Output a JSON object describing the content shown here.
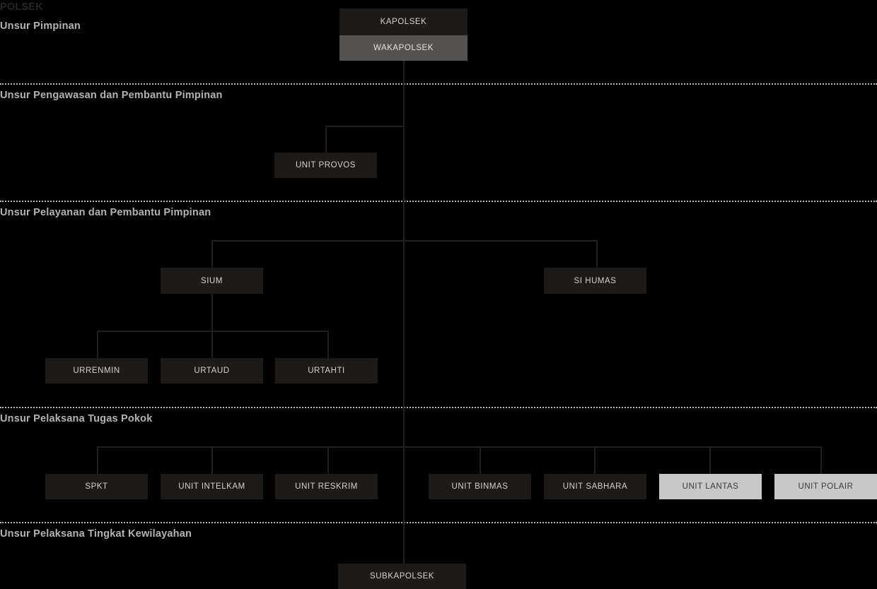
{
  "title": "POLSEK",
  "colors": {
    "background": "#000000",
    "box_dark": "#1d1a18",
    "box_mid": "#555250",
    "box_light": "#c8c8c8",
    "line": "#231f1c",
    "divider": "#b9b9b9",
    "label": "#b3b3b3",
    "title_dim": "#2a2623"
  },
  "sections": [
    {
      "label": "Unsur Pimpinan"
    },
    {
      "label": "Unsur Pengawasan dan Pembantu Pimpinan"
    },
    {
      "label": "Unsur Pelayanan dan Pembantu Pimpinan"
    },
    {
      "label": "Unsur Pelaksana Tugas Pokok"
    },
    {
      "label": "Unsur Pelaksana Tingkat Kewilayahan"
    }
  ],
  "nodes": {
    "kapolsek": "KAPOLSEK",
    "wakapolsek": "WAKAPOLSEK",
    "unit_provos": "UNIT PROVOS",
    "sium": "SIUM",
    "si_humas": "SI HUMAS",
    "urrenmin": "URRENMIN",
    "urtaud": "URTAUD",
    "urtahti": "URTAHTI",
    "spkt": "SPKT",
    "unit_intelkam": "UNIT INTELKAM",
    "unit_reskrim": "UNIT RESKRIM",
    "unit_binmas": "UNIT BINMAS",
    "unit_sabhara": "UNIT SABHARA",
    "unit_lantas": "UNIT LANTAS",
    "unit_polair": "UNIT POLAIR",
    "subkapolsek": "SUBKAPOLSEK"
  },
  "chart_data": {
    "type": "diagram",
    "title": "POLSEK",
    "levels": [
      {
        "section": "Unsur Pimpinan",
        "nodes": [
          "KAPOLSEK",
          "WAKAPOLSEK"
        ]
      },
      {
        "section": "Unsur Pengawasan dan Pembantu Pimpinan",
        "nodes": [
          "UNIT PROVOS"
        ]
      },
      {
        "section": "Unsur Pelayanan dan Pembantu Pimpinan",
        "nodes": [
          "SIUM",
          "SI HUMAS",
          "URRENMIN",
          "URTAUD",
          "URTAHTI"
        ]
      },
      {
        "section": "Unsur Pelaksana Tugas Pokok",
        "nodes": [
          "SPKT",
          "UNIT INTELKAM",
          "UNIT RESKRIM",
          "UNIT BINMAS",
          "UNIT SABHARA",
          "UNIT LANTAS",
          "UNIT POLAIR"
        ]
      },
      {
        "section": "Unsur Pelaksana Tingkat Kewilayahan",
        "nodes": [
          "SUBKAPOLSEK"
        ]
      }
    ],
    "edges": [
      [
        "KAPOLSEK",
        "WAKAPOLSEK"
      ],
      [
        "WAKAPOLSEK",
        "UNIT PROVOS"
      ],
      [
        "WAKAPOLSEK",
        "SIUM"
      ],
      [
        "WAKAPOLSEK",
        "SI HUMAS"
      ],
      [
        "SIUM",
        "URRENMIN"
      ],
      [
        "SIUM",
        "URTAUD"
      ],
      [
        "SIUM",
        "URTAHTI"
      ],
      [
        "WAKAPOLSEK",
        "SPKT"
      ],
      [
        "WAKAPOLSEK",
        "UNIT INTELKAM"
      ],
      [
        "WAKAPOLSEK",
        "UNIT RESKRIM"
      ],
      [
        "WAKAPOLSEK",
        "UNIT BINMAS"
      ],
      [
        "WAKAPOLSEK",
        "UNIT SABHARA"
      ],
      [
        "WAKAPOLSEK",
        "UNIT LANTAS"
      ],
      [
        "WAKAPOLSEK",
        "UNIT POLAIR"
      ],
      [
        "WAKAPOLSEK",
        "SUBKAPOLSEK"
      ]
    ],
    "highlighted_nodes": [
      "UNIT LANTAS",
      "UNIT POLAIR"
    ]
  }
}
